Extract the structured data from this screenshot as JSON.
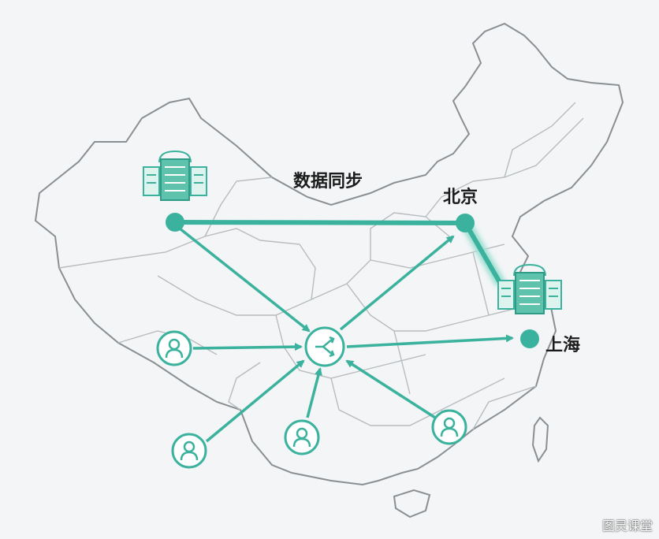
{
  "colors": {
    "accent": "#3bb29d",
    "accent_light": "#9edfd2",
    "map_stroke": "#8a8f93",
    "background": "#f3f5f6"
  },
  "labels": {
    "sync": "数据同步",
    "beijing": "北京",
    "shanghai": "上海",
    "watermark": "图灵课堂"
  },
  "icons": {
    "server": "server-rack-cloud-icon",
    "user": "user-avatar-icon",
    "router": "router-split-icon"
  }
}
